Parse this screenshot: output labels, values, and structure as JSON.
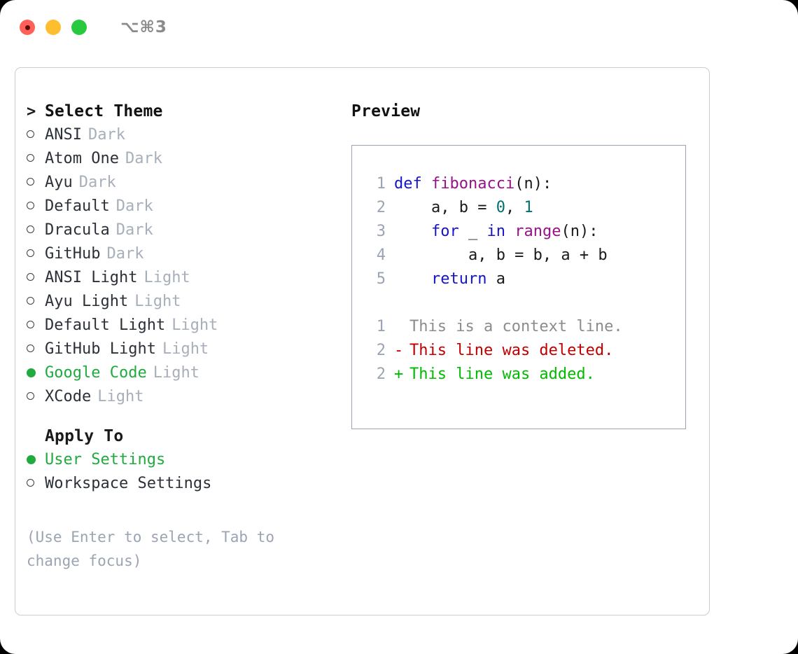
{
  "titlebar": {
    "shortcut": "⌥⌘3",
    "lights": [
      {
        "name": "close",
        "color": "#ff6058"
      },
      {
        "name": "minimize",
        "color": "#ffbe2f"
      },
      {
        "name": "maximize",
        "color": "#28c93f"
      }
    ]
  },
  "left_panel": {
    "section_title": "Select Theme",
    "focus_prefix": ">",
    "themes": [
      {
        "marker": "○",
        "name": "ANSI",
        "kind": "Dark",
        "selected": false
      },
      {
        "marker": "○",
        "name": "Atom One",
        "kind": "Dark",
        "selected": false
      },
      {
        "marker": "○",
        "name": "Ayu",
        "kind": "Dark",
        "selected": false
      },
      {
        "marker": "○",
        "name": "Default",
        "kind": "Dark",
        "selected": false
      },
      {
        "marker": "○",
        "name": "Dracula",
        "kind": "Dark",
        "selected": false
      },
      {
        "marker": "○",
        "name": "GitHub",
        "kind": "Dark",
        "selected": false
      },
      {
        "marker": "○",
        "name": "ANSI Light",
        "kind": "Light",
        "selected": false
      },
      {
        "marker": "○",
        "name": "Ayu Light",
        "kind": "Light",
        "selected": false
      },
      {
        "marker": "○",
        "name": "Default Light",
        "kind": "Light",
        "selected": false
      },
      {
        "marker": "○",
        "name": "GitHub Light",
        "kind": "Light",
        "selected": false
      },
      {
        "marker": "●",
        "name": "Google Code",
        "kind": "Light",
        "selected": true
      },
      {
        "marker": "○",
        "name": "XCode",
        "kind": "Light",
        "selected": false
      }
    ],
    "apply_to": {
      "title": "Apply To",
      "options": [
        {
          "marker": "●",
          "label": "User Settings",
          "selected": true
        },
        {
          "marker": "○",
          "label": "Workspace Settings",
          "selected": false
        }
      ]
    },
    "hint": "(Use Enter to select, Tab to change focus)"
  },
  "right_panel": {
    "title": "Preview",
    "code_lines": [
      {
        "no": "1",
        "tokens": [
          {
            "t": "def ",
            "c": "kw"
          },
          {
            "t": "fibonacci",
            "c": "fn"
          },
          {
            "t": "(n):",
            "c": "plain"
          }
        ]
      },
      {
        "no": "2",
        "tokens": [
          {
            "t": "    a, b = ",
            "c": "plain"
          },
          {
            "t": "0",
            "c": "num"
          },
          {
            "t": ", ",
            "c": "plain"
          },
          {
            "t": "1",
            "c": "num"
          }
        ]
      },
      {
        "no": "3",
        "tokens": [
          {
            "t": "    ",
            "c": "plain"
          },
          {
            "t": "for",
            "c": "kw"
          },
          {
            "t": " _ ",
            "c": "plain"
          },
          {
            "t": "in",
            "c": "kw"
          },
          {
            "t": " ",
            "c": "plain"
          },
          {
            "t": "range",
            "c": "fn"
          },
          {
            "t": "(n):",
            "c": "plain"
          }
        ]
      },
      {
        "no": "4",
        "tokens": [
          {
            "t": "        a, b = b, a + b",
            "c": "plain"
          }
        ]
      },
      {
        "no": "5",
        "tokens": [
          {
            "t": "    ",
            "c": "plain"
          },
          {
            "t": "return",
            "c": "kw"
          },
          {
            "t": " a",
            "c": "plain"
          }
        ]
      }
    ],
    "diff_lines": [
      {
        "no": "1",
        "sign": " ",
        "text": "This is a context line.",
        "kind": "ctx"
      },
      {
        "no": "2",
        "sign": "-",
        "text": "This line was deleted.",
        "kind": "del"
      },
      {
        "no": "2",
        "sign": "+",
        "text": "This line was added.",
        "kind": "add"
      }
    ]
  },
  "colors": {
    "accent_green": "#1fab3e",
    "muted": "#a7afbb",
    "keyword": "#1414cc",
    "function": "#991188",
    "number": "#007070",
    "diff_add": "#00bb00",
    "diff_del": "#c00000",
    "diff_ctx": "#8c8c8c",
    "panel_border": "#98a4b2",
    "frame_border": "#c8cdd4"
  }
}
